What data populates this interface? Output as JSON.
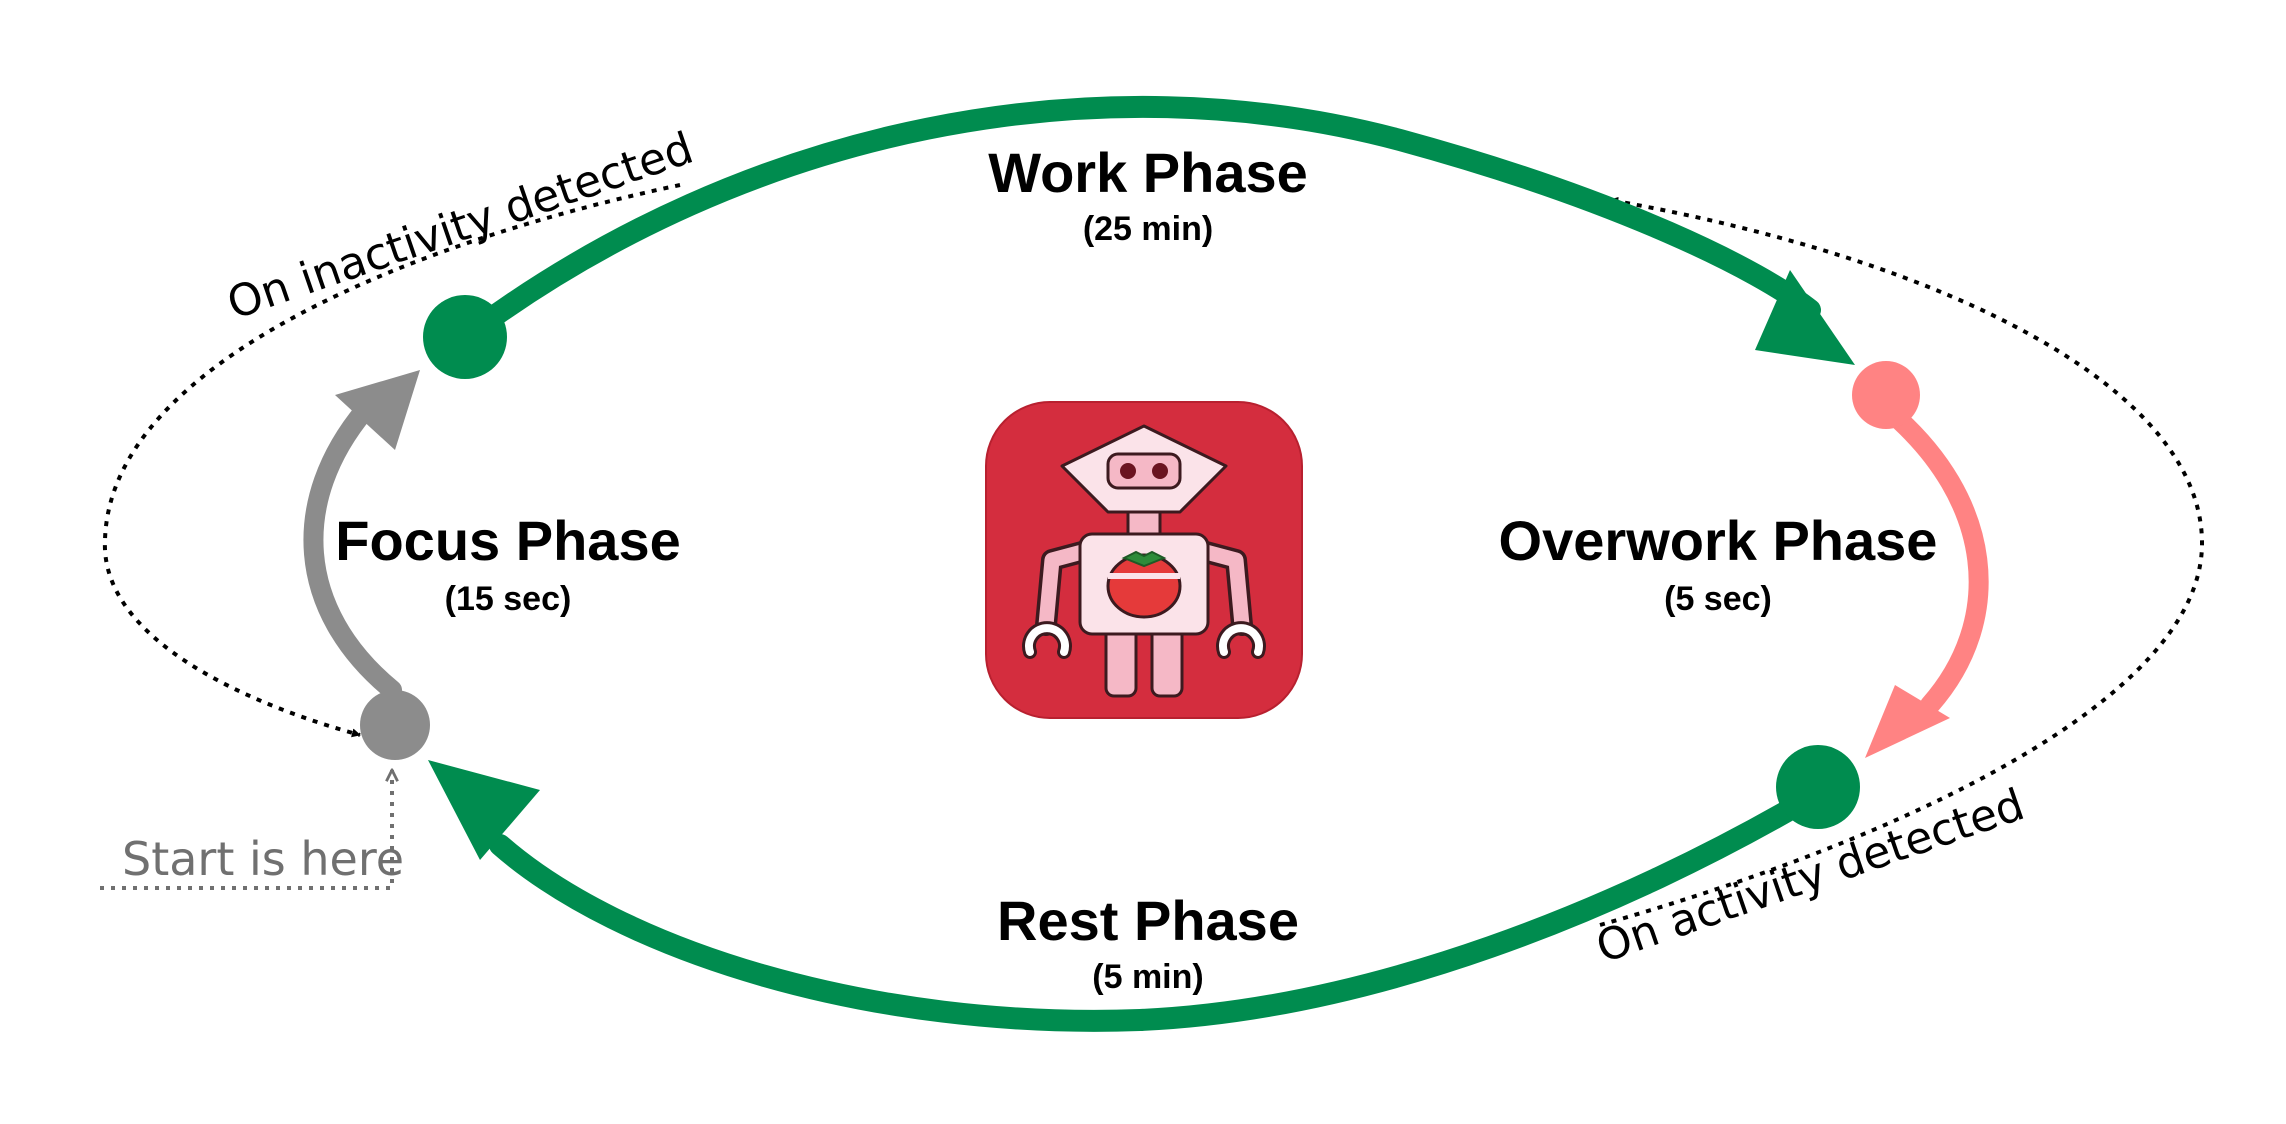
{
  "phases": {
    "work": {
      "title": "Work Phase",
      "duration": "(25 min)"
    },
    "focus": {
      "title": "Focus Phase",
      "duration": "(15 sec)"
    },
    "overwork": {
      "title": "Overwork Phase",
      "duration": "(5 sec)"
    },
    "rest": {
      "title": "Rest Phase",
      "duration": "(5 min)"
    }
  },
  "triggers": {
    "inactivity": "On inactivity detected",
    "activity": "On activity detected"
  },
  "start_label": "Start is here",
  "app_icon": "robot-tomato-timer-icon",
  "colors": {
    "work": "#008c4f",
    "rest": "#008c4f",
    "focus": "#8c8c8c",
    "overwork": "#ff8383",
    "icon_background": "#d42d3e"
  }
}
